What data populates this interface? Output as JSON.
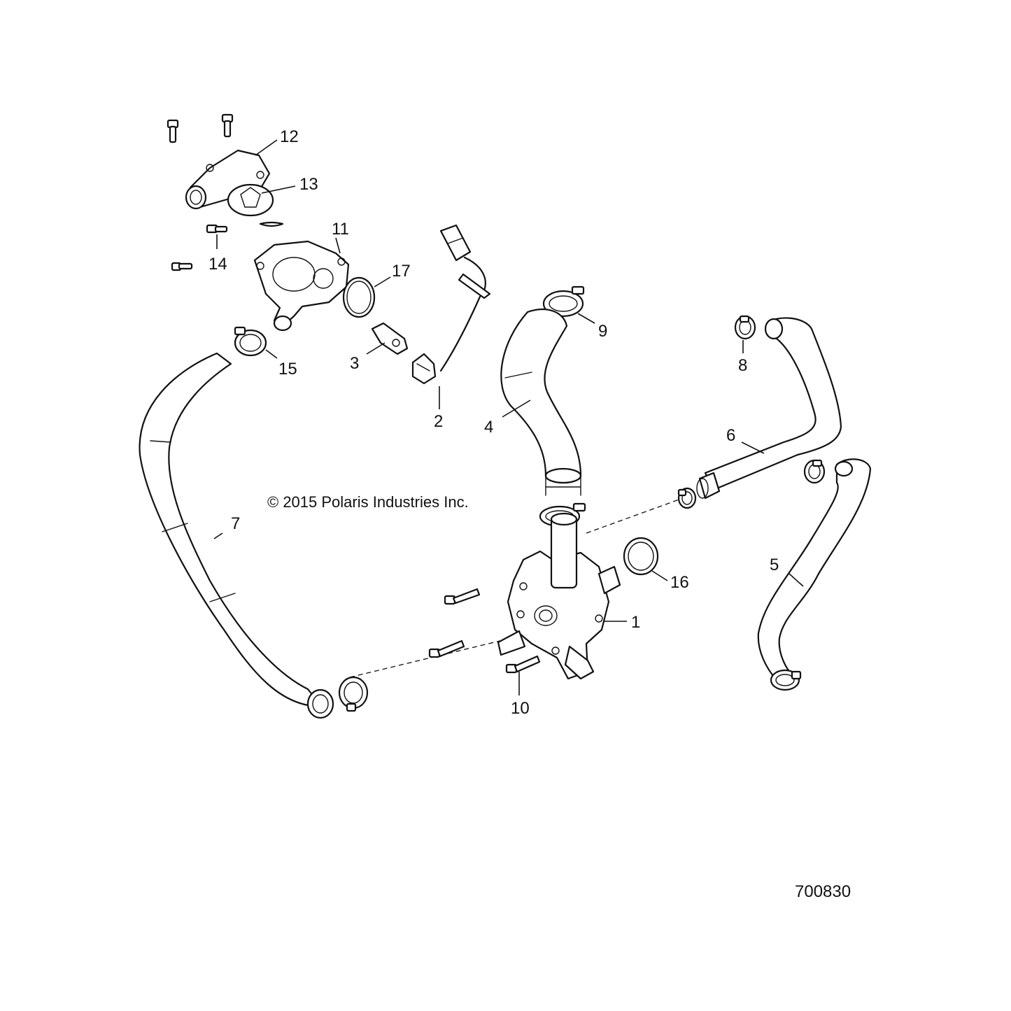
{
  "diagram": {
    "copyright": "© 2015 Polaris Industries Inc.",
    "drawing_number": "700830",
    "callouts": [
      "1",
      "2",
      "3",
      "4",
      "5",
      "6",
      "7",
      "8",
      "9",
      "10",
      "11",
      "12",
      "13",
      "14",
      "15",
      "16",
      "17"
    ]
  }
}
